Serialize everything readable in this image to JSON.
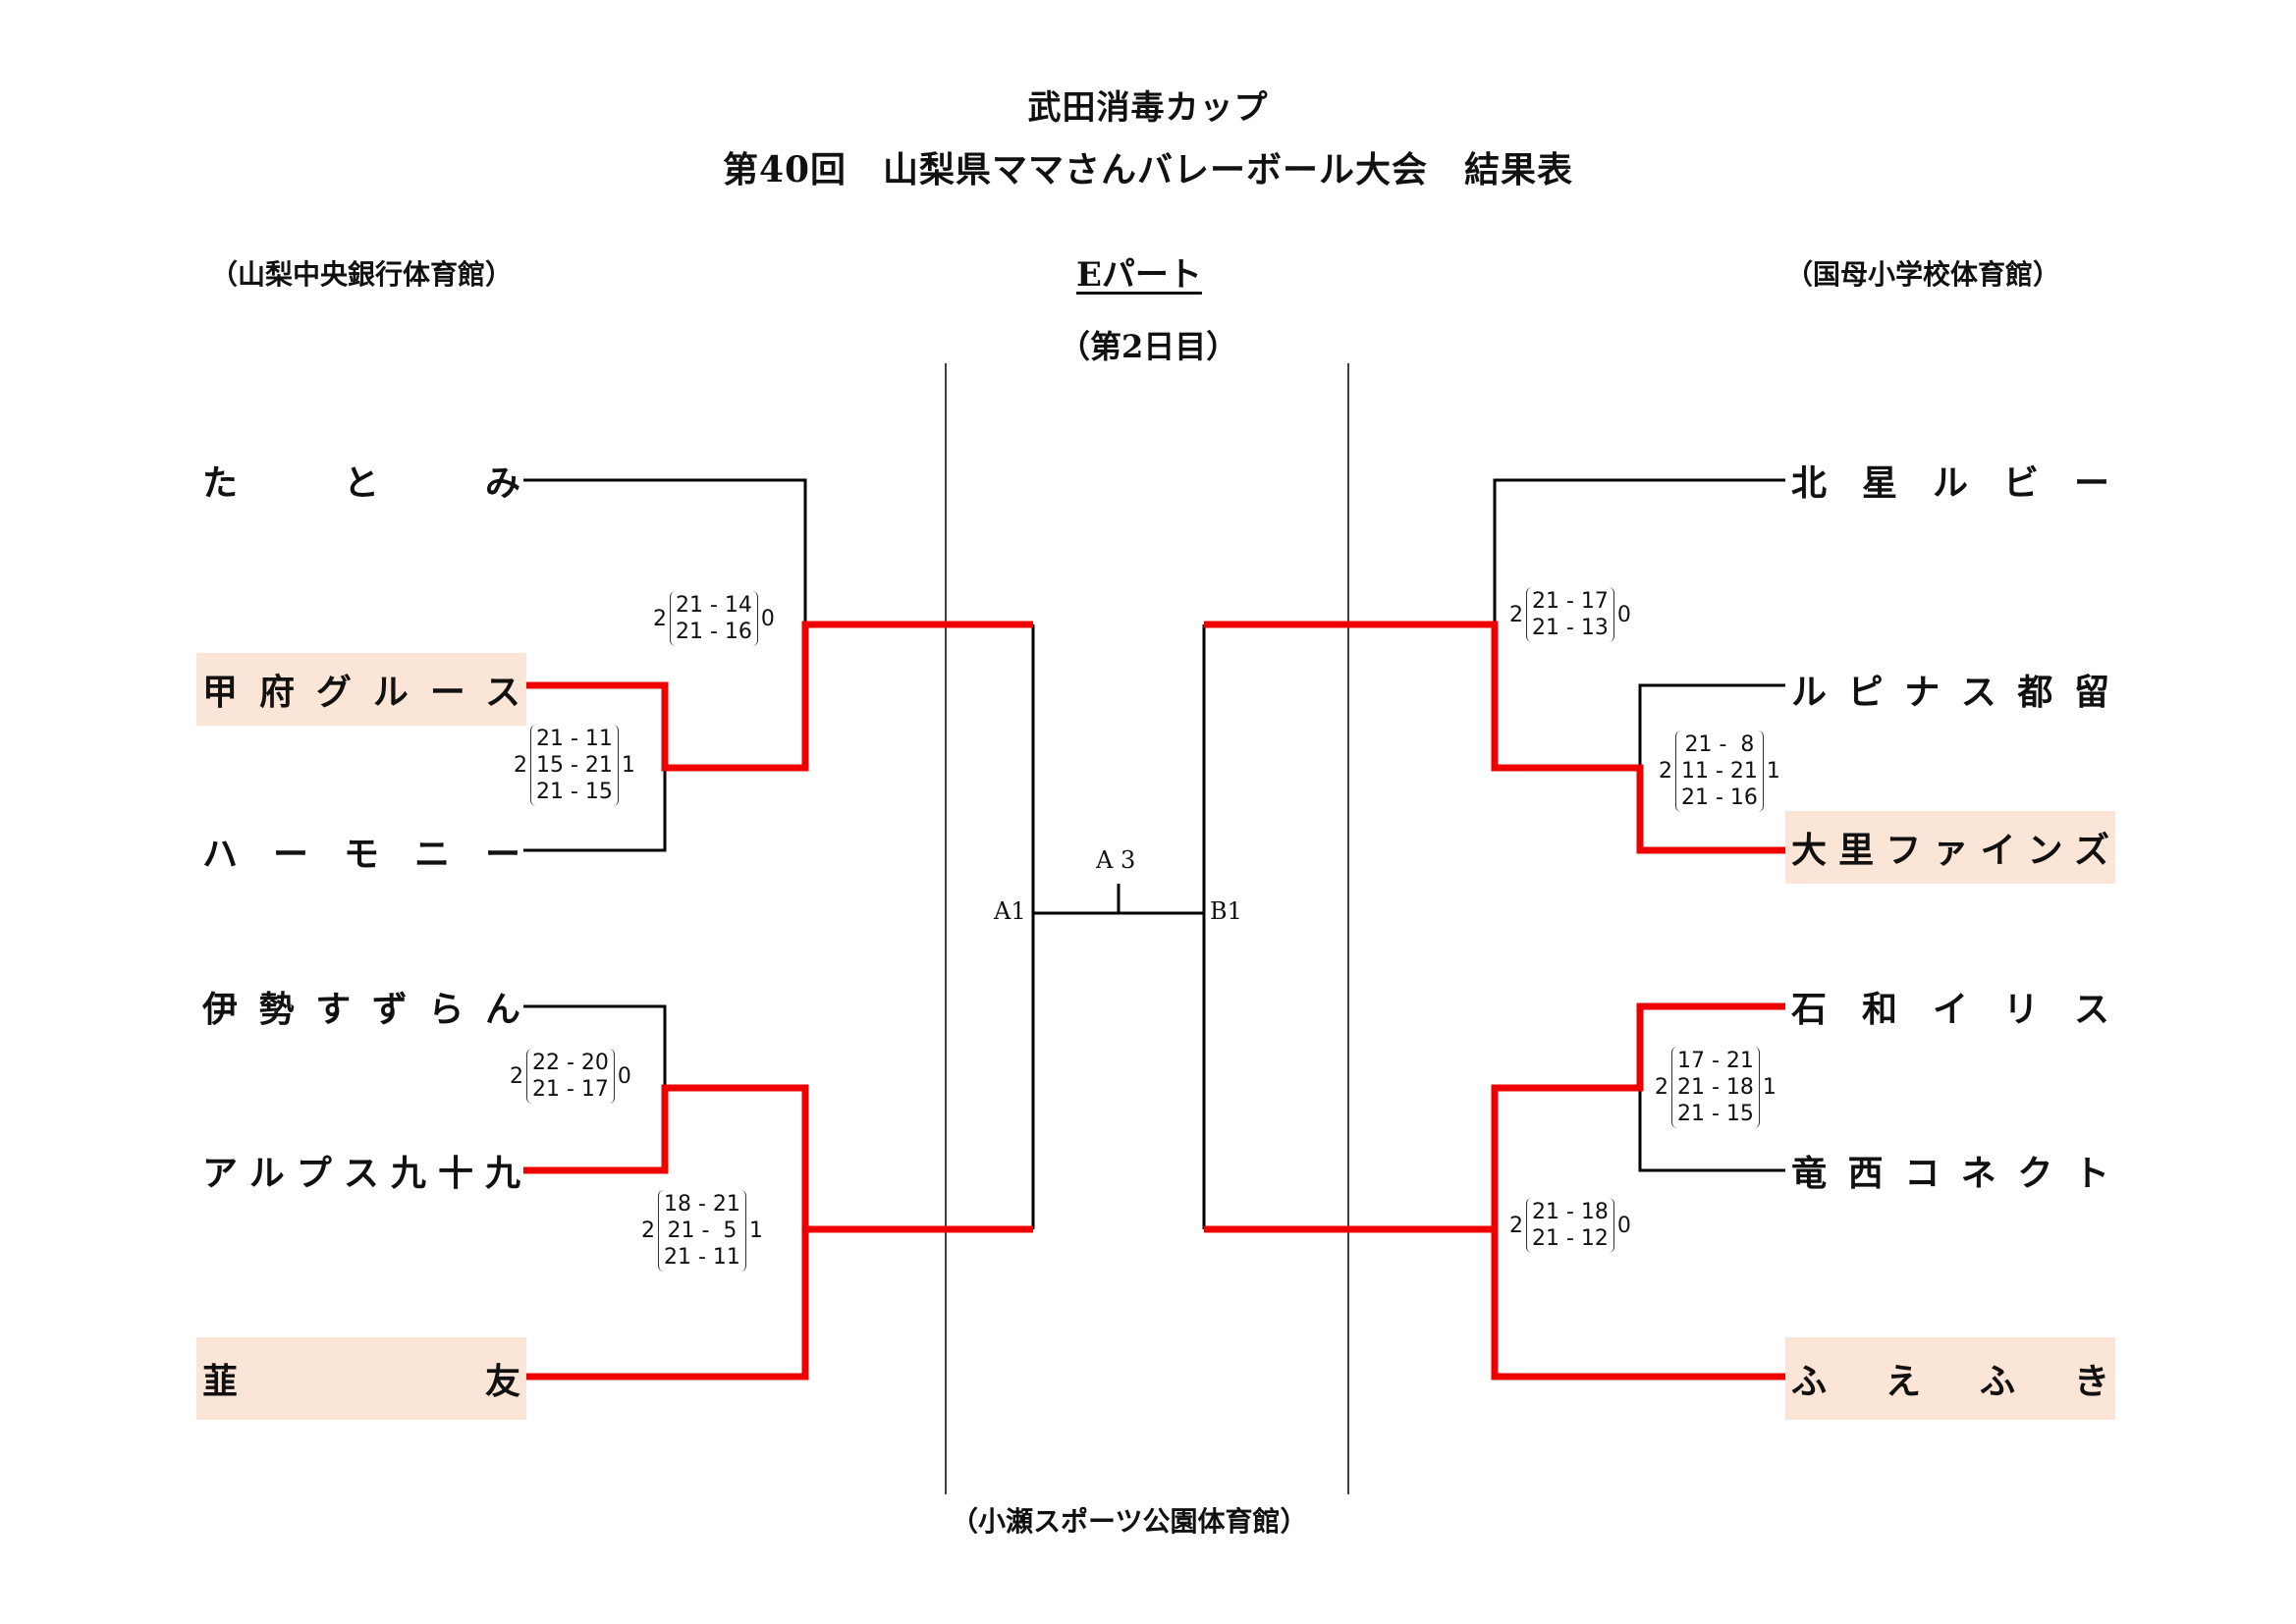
{
  "header": {
    "sponsor_title": "武田消毒カップ",
    "main_title": "第40回　山梨県ママさんバレーボール大会　結果表"
  },
  "part": {
    "label": "Eパート",
    "day": "（第2日目）"
  },
  "venues": {
    "left": "（山梨中央銀行体育館）",
    "right": "（国母小学校体育館）",
    "bottom": "（小瀬スポーツ公園体育館）"
  },
  "colors": {
    "winner_line": "#ee0000",
    "normal_line": "#000000",
    "winner_fill": "#fbe5d6"
  },
  "left_teams": [
    {
      "name": "たとみ",
      "advanced": false
    },
    {
      "name": "甲府グルース",
      "advanced": true
    },
    {
      "name": "ハーモニー",
      "advanced": false
    },
    {
      "name": "伊勢すずらん",
      "advanced": false
    },
    {
      "name": "アルプス九十九",
      "advanced": false
    },
    {
      "name": "韮友",
      "advanced": true
    }
  ],
  "right_teams": [
    {
      "name": "北星ルビー",
      "advanced": false
    },
    {
      "name": "ルピナス都留",
      "advanced": false
    },
    {
      "name": "大里ファインズ",
      "advanced": true
    },
    {
      "name": "石和イリス",
      "advanced": false
    },
    {
      "name": "竜西コネクト",
      "advanced": false
    },
    {
      "name": "ふえふき",
      "advanced": true
    }
  ],
  "matches": {
    "left_r1_top": {
      "teams": [
        "甲府グルース",
        "ハーモニー"
      ],
      "sets_won": [
        "2",
        "1"
      ],
      "sets": [
        "21 - 11",
        "15 - 21",
        "21 - 15"
      ],
      "winner": "甲府グルース"
    },
    "left_r2_top": {
      "teams": [
        "たとみ",
        "甲府グルース"
      ],
      "sets_won": [
        "2",
        "0"
      ],
      "sets": [
        "21 - 14",
        "21 - 16"
      ],
      "winner": "甲府グルース"
    },
    "left_r1_bottom": {
      "teams": [
        "伊勢すずらん",
        "アルプス九十九"
      ],
      "sets_won": [
        "2",
        "0"
      ],
      "sets": [
        "22 - 20",
        "21 - 17"
      ],
      "winner": "アルプス九十九"
    },
    "left_r2_bottom": {
      "teams": [
        "アルプス九十九",
        "韮友"
      ],
      "sets_won": [
        "2",
        "1"
      ],
      "sets": [
        "18 - 21",
        "21 -  5",
        "21 - 11"
      ],
      "winner": "韮友"
    },
    "right_r2_top": {
      "teams": [
        "北星ルビー",
        "大里ファインズ"
      ],
      "sets_won": [
        "2",
        "0"
      ],
      "sets": [
        "21 - 17",
        "21 - 13"
      ],
      "winner": "大里ファインズ"
    },
    "right_r1_top": {
      "teams": [
        "ルピナス都留",
        "大里ファインズ"
      ],
      "sets_won": [
        "2",
        "1"
      ],
      "sets": [
        "21 -  8",
        "11 - 21",
        "21 - 16"
      ],
      "winner": "大里ファインズ"
    },
    "right_r1_bottom": {
      "teams": [
        "石和イリス",
        "竜西コネクト"
      ],
      "sets_won": [
        "2",
        "1"
      ],
      "sets": [
        "17 - 21",
        "21 - 18",
        "21 - 15"
      ],
      "winner": "石和イリス"
    },
    "right_r2_bottom": {
      "teams": [
        "石和イリス",
        "ふえふき"
      ],
      "sets_won": [
        "2",
        "0"
      ],
      "sets": [
        "21 - 18",
        "21 - 12"
      ],
      "winner": "ふえふき"
    }
  },
  "final_slots": {
    "left_label": "A1",
    "right_label": "B1",
    "center_label": "A 3"
  }
}
